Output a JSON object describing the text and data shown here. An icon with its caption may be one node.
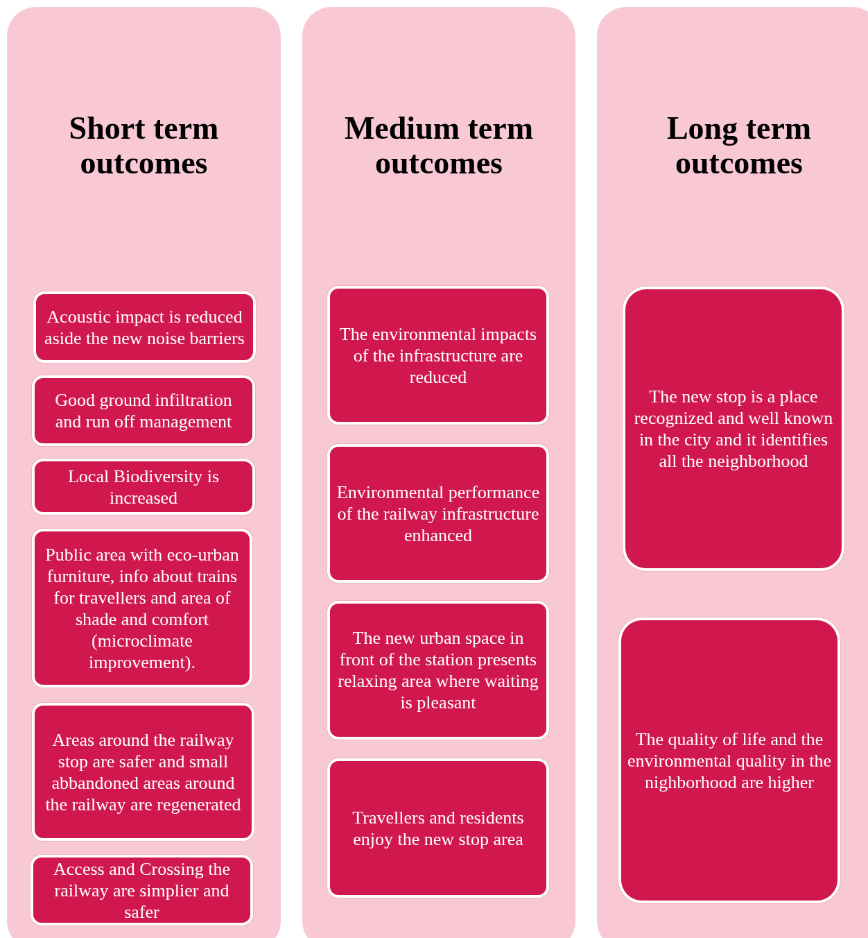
{
  "diagram": {
    "nodes": [
      {
        "text": [
          "Short term outcomes"
        ]
      },
      {
        "text": [
          "Acoustic impact is reduced aside the new noise barriers"
        ],
        "in": 0
      },
      {
        "text": [
          "Good ground infiltration and run off management"
        ],
        "in": 0
      },
      {
        "text": [
          "Local Biodiversity is increased"
        ],
        "in": 0
      },
      {
        "text": [
          "Public area with eco-urban furniture, info about trains for travellers and area of shade and comfort (microclimate improvement)."
        ],
        "in": 0
      },
      {
        "text": [
          "Areas around the railway stop are safer and small abbandoned areas around the railway are regenerated"
        ],
        "in": 0
      },
      {
        "text": [
          "Access and Crossing the railway are simplier and safer"
        ],
        "in": 0
      },
      {
        "text": [
          "Medium term outcomes"
        ]
      },
      {
        "text": [
          "The environmental impacts of the infrastructure are reduced"
        ],
        "in": 7
      },
      {
        "text": [
          "Environmental performance of the railway infrastructure enhanced"
        ],
        "in": 7
      },
      {
        "text": [
          "The new urban space in front of the station presents relaxing area where waiting is pleasant"
        ],
        "in": 7
      },
      {
        "text": [
          "Travellers and residents enjoy the new stop area"
        ],
        "in": 7
      },
      {
        "text": [
          "Long term outcomes"
        ]
      },
      {
        "text": [
          "The new stop is a place recognized and well known in the city and it identifies all the neighborhood"
        ],
        "in": 12
      },
      {
        "text": [
          "The quality of life and the environmental quality in the nighborhood are higher"
        ],
        "in": 12
      }
    ]
  }
}
